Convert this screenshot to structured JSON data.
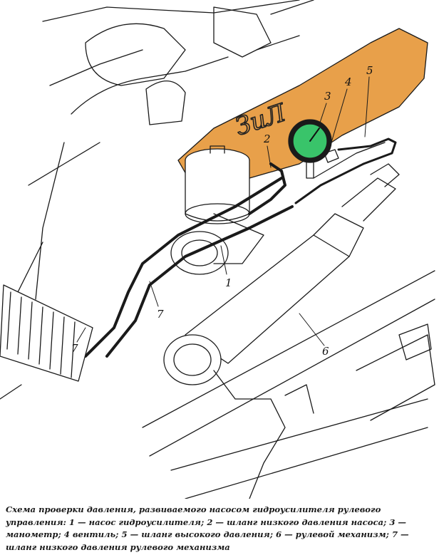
{
  "colors": {
    "valve_cover": "#e8a04a",
    "gauge_face": "#39c46a",
    "line": "#1a1a1a",
    "background": "#ffffff"
  },
  "valve_cover_logo": "ЗиЛ",
  "callouts": [
    "1",
    "2",
    "3",
    "4",
    "5",
    "6",
    "7",
    "7"
  ],
  "caption": {
    "lines": [
      "Схема проверки давления, развиваемого насосом гидроусилителя рулевого",
      "управления: 1 — насос гидроусилителя; 2 — шланг низкого давления насоса; 3 —",
      "манометр; 4 вентиль; 5 — шланг высокого давления; 6 — рулевой механизм; 7 —",
      "шланг низкого давления рулевого механизма"
    ]
  }
}
